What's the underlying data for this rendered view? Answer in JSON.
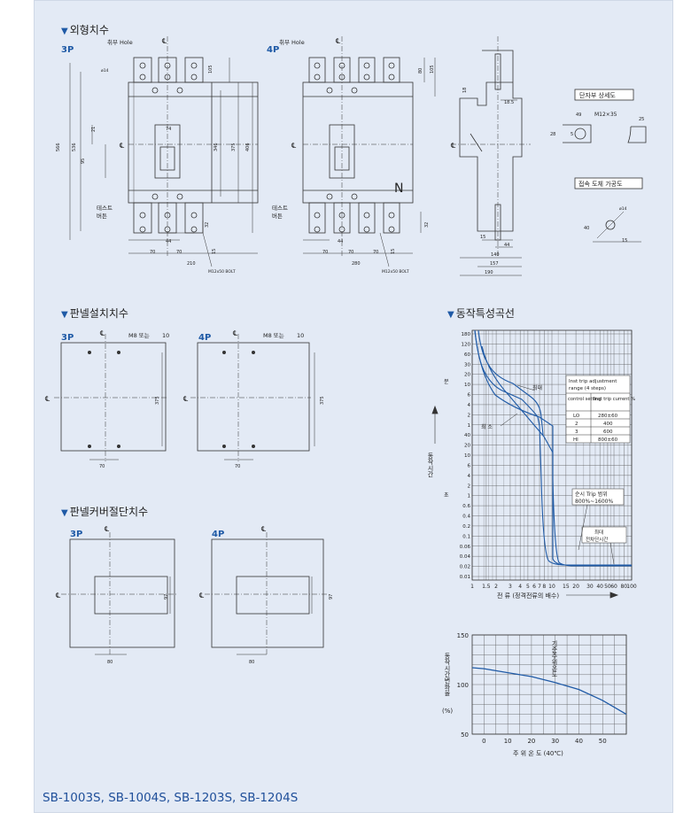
{
  "sections": {
    "outer": "외형치수",
    "panel_install": "판넬설치치수",
    "panel_cover": "판넬커버절단치수",
    "trip_curve": "동작특성곡선"
  },
  "labels": {
    "p3": "3P",
    "p4": "4P",
    "hole": "취부 Hole",
    "test_button_1": "테스트",
    "test_button_2": "버튼",
    "bolt": "M12x50 BOLT",
    "n": "N",
    "terminal_detail": "단자부 상세도",
    "m12": "M12×35",
    "busbar_hole": "접속 도체 가공도",
    "m8": "M8 또는",
    "phi14": "ø14"
  },
  "dims": {
    "d105": "105",
    "d80": "80",
    "d566": "566",
    "d536": "536",
    "d21": "21",
    "d74": "74",
    "d95": "95",
    "d346": "346",
    "d375": "375",
    "d406": "406",
    "d44": "44",
    "d70": "70",
    "d32": "32",
    "d15": "15",
    "d210": "210",
    "d280": "280",
    "d18": "18",
    "d185": "18.5",
    "d140": "140",
    "d157": "157",
    "d190": "190",
    "d49": "49",
    "d25": "25",
    "d28": "28",
    "d5": "5",
    "d40": "40",
    "d97": "97",
    "d10": "10"
  },
  "trip_chart": {
    "y_ticks": [
      "180",
      "120",
      "60",
      "30",
      "20",
      "10",
      "6",
      "4",
      "2",
      "1",
      "40",
      "20",
      "10",
      "6",
      "4",
      "2",
      "1",
      "0.6",
      "0.4",
      "0.2",
      "0.1",
      "0.06",
      "0.04",
      "0.02",
      "0.01"
    ],
    "x_ticks": [
      "1",
      "1.5",
      "2",
      "3",
      "4",
      "5",
      "6",
      "7",
      "8",
      "10",
      "15",
      "20",
      "30",
      "40",
      "50",
      "60",
      "80",
      "100"
    ],
    "y_unit_min": "분",
    "y_unit_sec": "초",
    "y_title": "동작시간",
    "x_title": "전 류 (정격전류의 배수)",
    "max_label": "최대",
    "min_label": "최 소",
    "table_title_1": "Inst trip adjustment",
    "table_title_2": "range (4 steps)",
    "table_head": [
      "control setting",
      "Inst trip current %"
    ],
    "table_rows": [
      [
        "LO",
        "280±60"
      ],
      [
        "2",
        "400"
      ],
      [
        "3",
        "600"
      ],
      [
        "HI",
        "800±60"
      ]
    ],
    "inst_range_1": "순시 Trip 범위",
    "inst_range_2": "800%~1600%",
    "max_break_1": "최대",
    "max_break_2": "전차단시간"
  },
  "temp_chart": {
    "y_ticks": [
      "150",
      "100",
      "50"
    ],
    "x_ticks": [
      "0",
      "10",
      "20",
      "30",
      "40",
      "50"
    ],
    "y_title": "동작시간변화율",
    "y_unit": "(%)",
    "x_title": "주 위 온 도 (40℃)",
    "ref_label": "기준주위온도",
    "series": [
      {
        "x": [
          -5,
          0,
          10,
          20,
          30,
          40,
          50,
          60
        ],
        "y": [
          117,
          116,
          112,
          108,
          102,
          95,
          84,
          70
        ]
      }
    ]
  },
  "chart_data": {
    "type": "line",
    "xlabel": "주 위 온 도 (40℃)",
    "ylabel": "동작시간변화율 (%)",
    "ylim": [
      50,
      150
    ],
    "xticks": [
      0,
      10,
      20,
      30,
      40,
      50
    ],
    "yticks": [
      50,
      100,
      150
    ],
    "series": [
      {
        "x": [
          -5,
          0,
          10,
          20,
          30,
          40,
          50,
          60
        ],
        "y": [
          117,
          116,
          112,
          108,
          102,
          95,
          84,
          70
        ]
      }
    ]
  },
  "models": "SB-1003S, SB-1004S, SB-1203S, SB-1204S",
  "colors": {
    "blue": "#1f5aa6",
    "line": "#333333",
    "sheet": "#e3eaf5"
  }
}
